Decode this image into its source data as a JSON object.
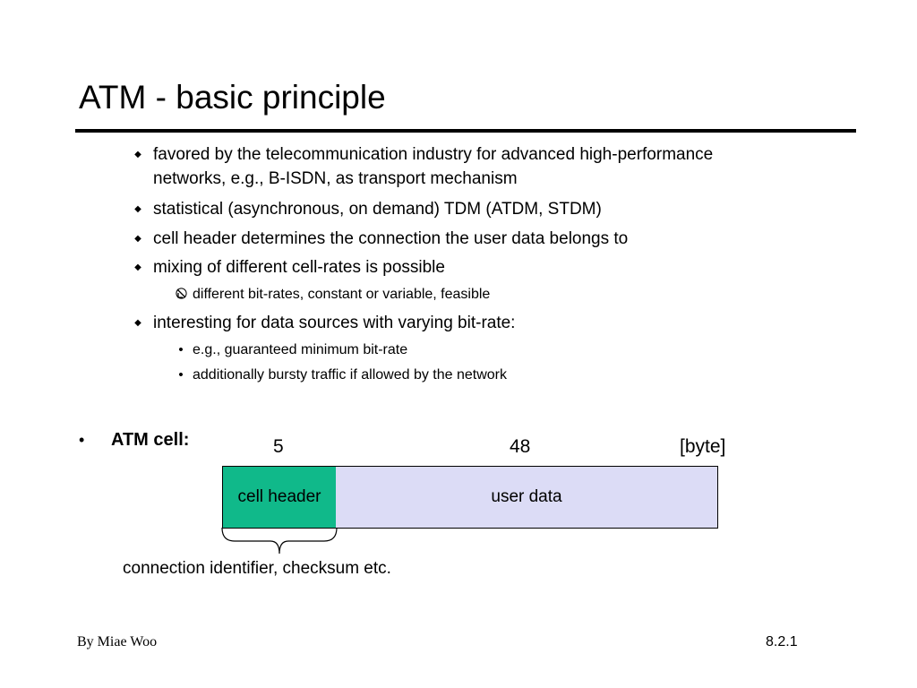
{
  "slide": {
    "title": "ATM - basic principle"
  },
  "bullets": {
    "b1_line1": "favored by  the telecommunication industry for advanced high-performance",
    "b1_line2": "networks, e.g., B-ISDN, as transport mechanism",
    "b2": "statistical (asynchronous, on demand) TDM (ATDM, STDM)",
    "b3": "cell header determines the connection the user data belongs to",
    "b4": "mixing of different cell-rates is possible",
    "b4_sub": "different bit-rates, constant or variable, feasible",
    "b5": "interesting for data sources with varying bit-rate:",
    "b5_sub1": "e.g., guaranteed minimum bit-rate",
    "b5_sub2": "additionally bursty traffic if allowed by the network"
  },
  "atm_cell": {
    "label": "ATM cell:",
    "header_size": "5",
    "data_size": "48",
    "unit": "[byte]",
    "header_label": "cell header",
    "data_label": "user data",
    "caption": "connection identifier, checksum etc.",
    "header_color": "#10b98a",
    "data_color": "#dcdcf6"
  },
  "footer": {
    "author": "By Miae Woo",
    "page_number": "8.2.1"
  }
}
